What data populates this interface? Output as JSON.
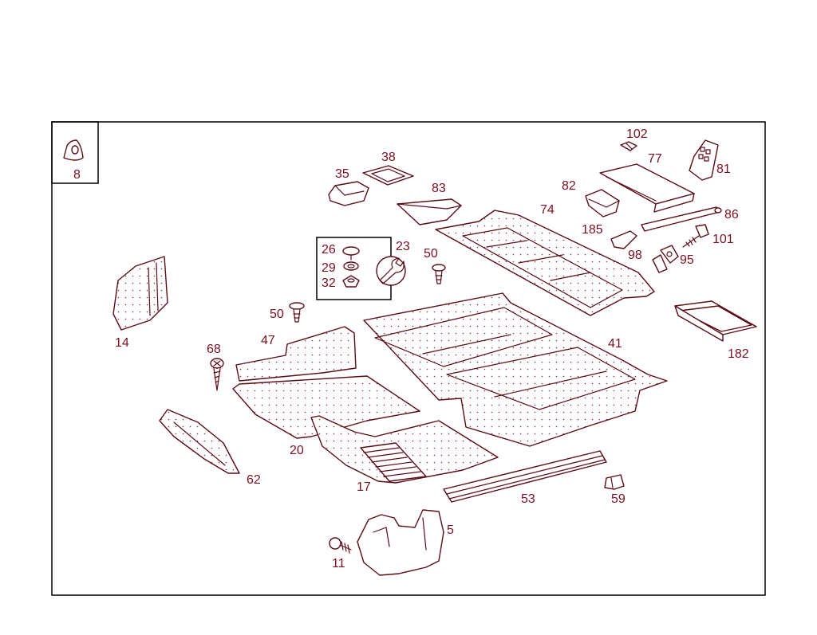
{
  "colors": {
    "line": "#5a0c18",
    "label": "#7a1020",
    "frame": "#000000",
    "background": "#ffffff"
  },
  "labels": {
    "p8": "8",
    "p102": "102",
    "p38": "38",
    "p77": "77",
    "p81": "81",
    "p35": "35",
    "p83": "83",
    "p82": "82",
    "p74": "74",
    "p86": "86",
    "p185": "185",
    "p101": "101",
    "p26": "26",
    "p23": "23",
    "p50a": "50",
    "p98": "98",
    "p95": "95",
    "p29": "29",
    "p32": "32",
    "p14": "14",
    "p50b": "50",
    "p182": "182",
    "p47": "47",
    "p41": "41",
    "p68": "68",
    "p20": "20",
    "p62": "62",
    "p17": "17",
    "p53": "53",
    "p59": "59",
    "p5": "5",
    "p11": "11"
  }
}
